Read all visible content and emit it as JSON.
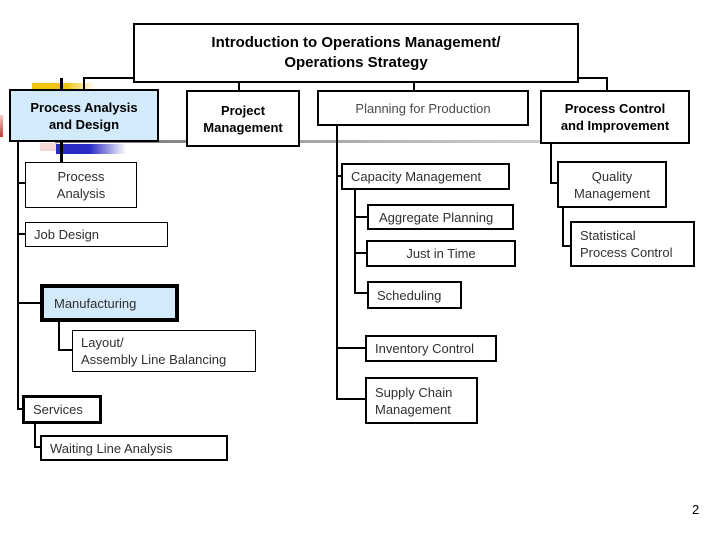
{
  "slide": {
    "page_number": "2"
  },
  "colors": {
    "highlight_fill": "#d3eafb",
    "accent_yellow": "#f0c40f",
    "accent_blue": "#2a2ac4",
    "accent_pink": "#f6d9d2",
    "accent_red": "#c23a33",
    "divider_gray": "#6f6f6f",
    "border_black": "#000000"
  },
  "nodes": {
    "title": {
      "line1": "Introduction to Operations Management/",
      "line2": "Operations Strategy"
    },
    "process_analysis_design": {
      "line1": "Process Analysis",
      "line2": "and Design"
    },
    "project_management": {
      "line1": "Project",
      "line2": "Management"
    },
    "planning_for_production": {
      "label": "Planning for Production"
    },
    "process_control_improvement": {
      "line1": "Process Control",
      "line2": "and Improvement"
    },
    "process_analysis": {
      "line1": "Process",
      "line2": "Analysis"
    },
    "job_design": {
      "label": "Job Design"
    },
    "manufacturing": {
      "label": "Manufacturing"
    },
    "layout_assembly": {
      "line1": "Layout/",
      "line2": "Assembly Line Balancing"
    },
    "services": {
      "label": "Services"
    },
    "waiting_line_analysis": {
      "label": "Waiting Line Analysis"
    },
    "capacity_management": {
      "label": "Capacity Management"
    },
    "aggregate_planning": {
      "label": "Aggregate Planning"
    },
    "just_in_time": {
      "label": "Just in Time"
    },
    "scheduling": {
      "label": "Scheduling"
    },
    "inventory_control": {
      "label": "Inventory Control"
    },
    "supply_chain_management": {
      "line1": "Supply Chain",
      "line2": "Management"
    },
    "quality_management": {
      "line1": "Quality",
      "line2": "Management"
    },
    "statistical_process_control": {
      "line1": "Statistical",
      "line2": "Process Control"
    }
  }
}
